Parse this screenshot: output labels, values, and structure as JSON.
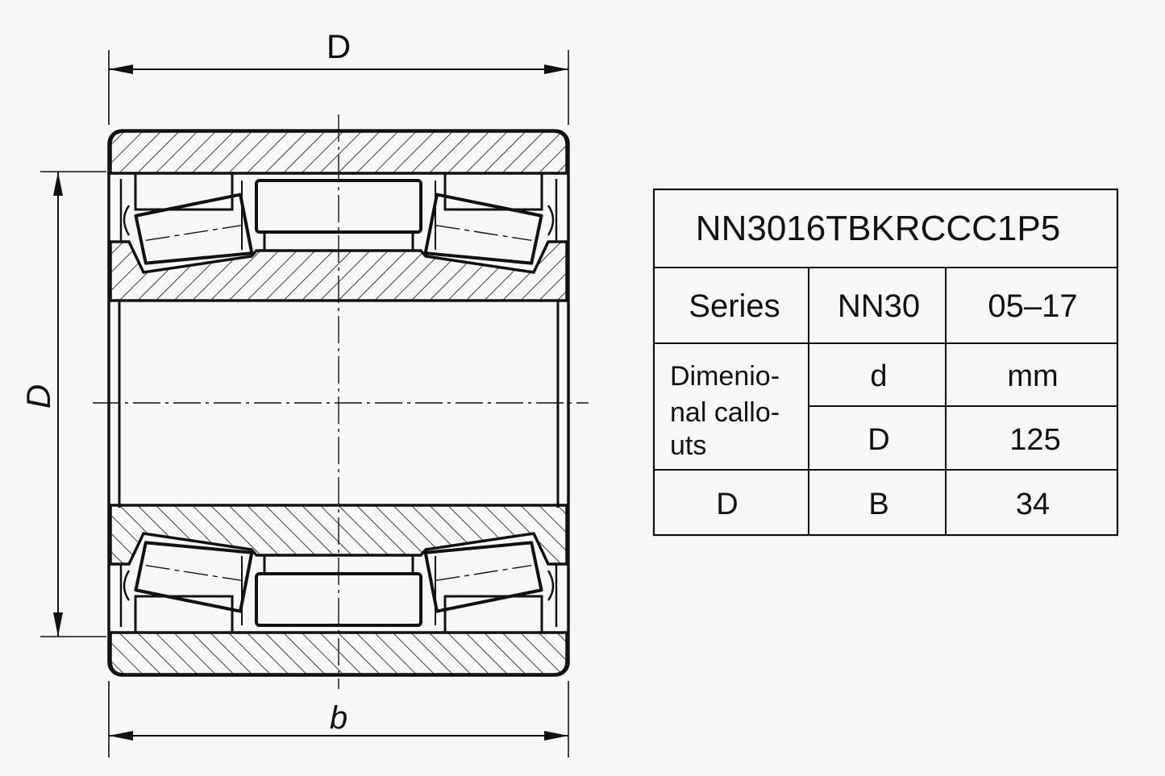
{
  "drawing": {
    "dimension_top_label": "D",
    "dimension_left_label": "D",
    "dimension_bottom_label": "b"
  },
  "table": {
    "title": "NN3016TBKRCCC1P5",
    "series_label": "Series",
    "series_code": "NN30",
    "series_range": "05–17",
    "dim_group_line1": "Dimenio-",
    "dim_group_line2": "nal callo-",
    "dim_group_line3": "uts",
    "row_d_symbol": "d",
    "row_d_value": "mm",
    "row_D_symbol": "D",
    "row_D_value": "125",
    "last_row_label": "D",
    "last_row_symbol": "B",
    "last_row_value": "34"
  }
}
